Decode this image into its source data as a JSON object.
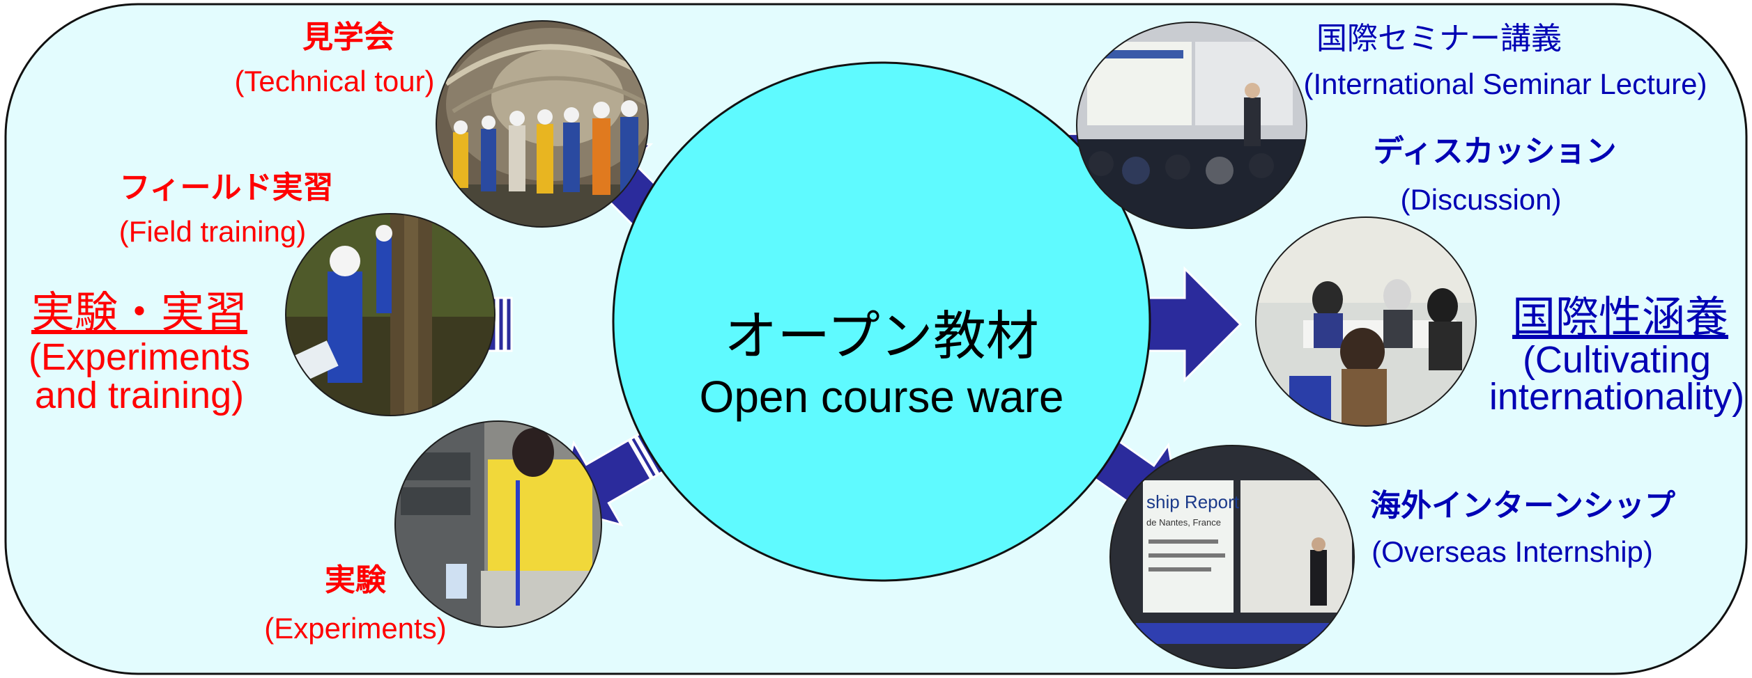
{
  "colors": {
    "panel_fill": "#e3fcfe",
    "center_fill": "#5ffaff",
    "arrow_fill": "#2b2b9c",
    "left_text": "#ff0000",
    "right_text": "#0000b4"
  },
  "center": {
    "title_jp": "オープン教材",
    "title_en": "Open course ware"
  },
  "left": {
    "category": {
      "jp": "実験・実習",
      "en_line1": "(Experiments",
      "en_line2": "and training)"
    },
    "items": [
      {
        "jp": "見学会",
        "en": "(Technical tour)"
      },
      {
        "jp": "フィールド実習",
        "en": "(Field training)"
      },
      {
        "jp": "実験",
        "en": "(Experiments)"
      }
    ]
  },
  "right": {
    "category": {
      "jp": "国際性涵養",
      "en_line1": "(Cultivating",
      "en_line2": "internationality)"
    },
    "items": [
      {
        "jp": "国際セミナー講義",
        "en": "(International Seminar Lecture)"
      },
      {
        "jp": "ディスカッション",
        "en": "(Discussion)"
      },
      {
        "jp": "海外インターンシップ",
        "en": "(Overseas Internship)"
      }
    ]
  },
  "photos": {
    "tour": "tunnel-tour-photo",
    "field": "forest-field-photo",
    "lab": "lab-experiment-photo",
    "seminar": "seminar-lecture-photo",
    "discussion": "discussion-photo",
    "internship": "internship-report-photo"
  },
  "slides": {
    "internship_title": "ship Report",
    "internship_sub": "de Nantes, France"
  }
}
